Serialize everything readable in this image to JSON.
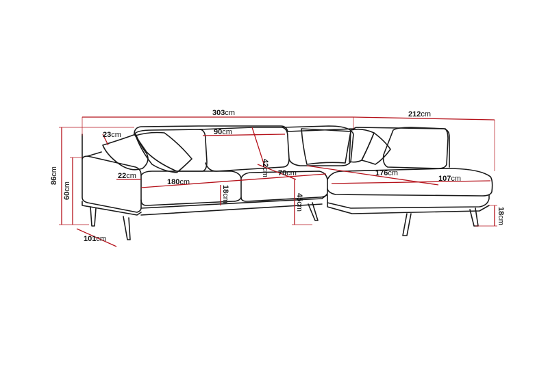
{
  "dimensions": {
    "total_width": "303",
    "chaise_length": "212",
    "arm_depth": "23",
    "back_cushion_width": "90",
    "back_cushion_height": "42",
    "total_height": "86",
    "arm_height": "60",
    "arm_width": "22",
    "seat_width": "180",
    "seat_height_clearance": "18",
    "seat_depth": "70",
    "seat_height": "45",
    "chaise_seat_length": "176",
    "chaise_width": "107",
    "leg_height": "18",
    "total_depth": "101"
  },
  "unit": "cm",
  "colors": {
    "dimension_line": "#b5121b",
    "outline": "#1a1a1a",
    "background": "#ffffff"
  }
}
